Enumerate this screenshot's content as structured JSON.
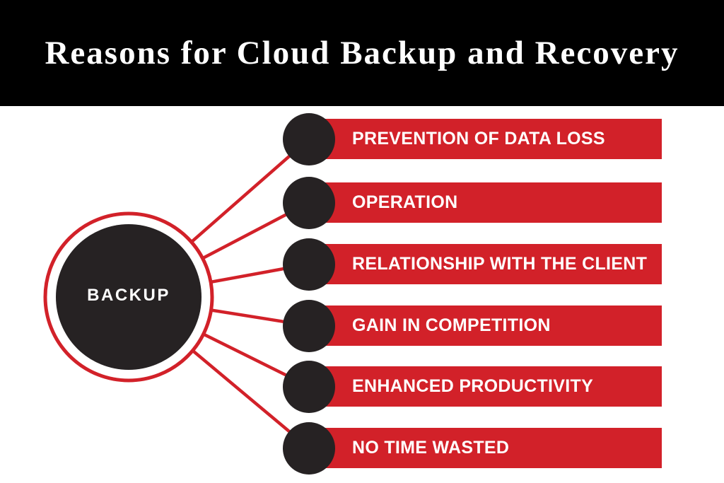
{
  "header": {
    "title": "Reasons for Cloud Backup and Recovery"
  },
  "hub": {
    "label": "BACKUP"
  },
  "items": [
    {
      "label": "PREVENTION OF DATA LOSS"
    },
    {
      "label": "OPERATION"
    },
    {
      "label": "RELATIONSHIP WITH THE CLIENT"
    },
    {
      "label": "GAIN IN COMPETITION"
    },
    {
      "label": "ENHANCED PRODUCTIVITY"
    },
    {
      "label": "NO TIME WASTED"
    }
  ],
  "colors": {
    "accent_red": "#d22129",
    "dark_circle": "#262223",
    "header_background": "#000000",
    "text_on_red": "#ffffff"
  }
}
